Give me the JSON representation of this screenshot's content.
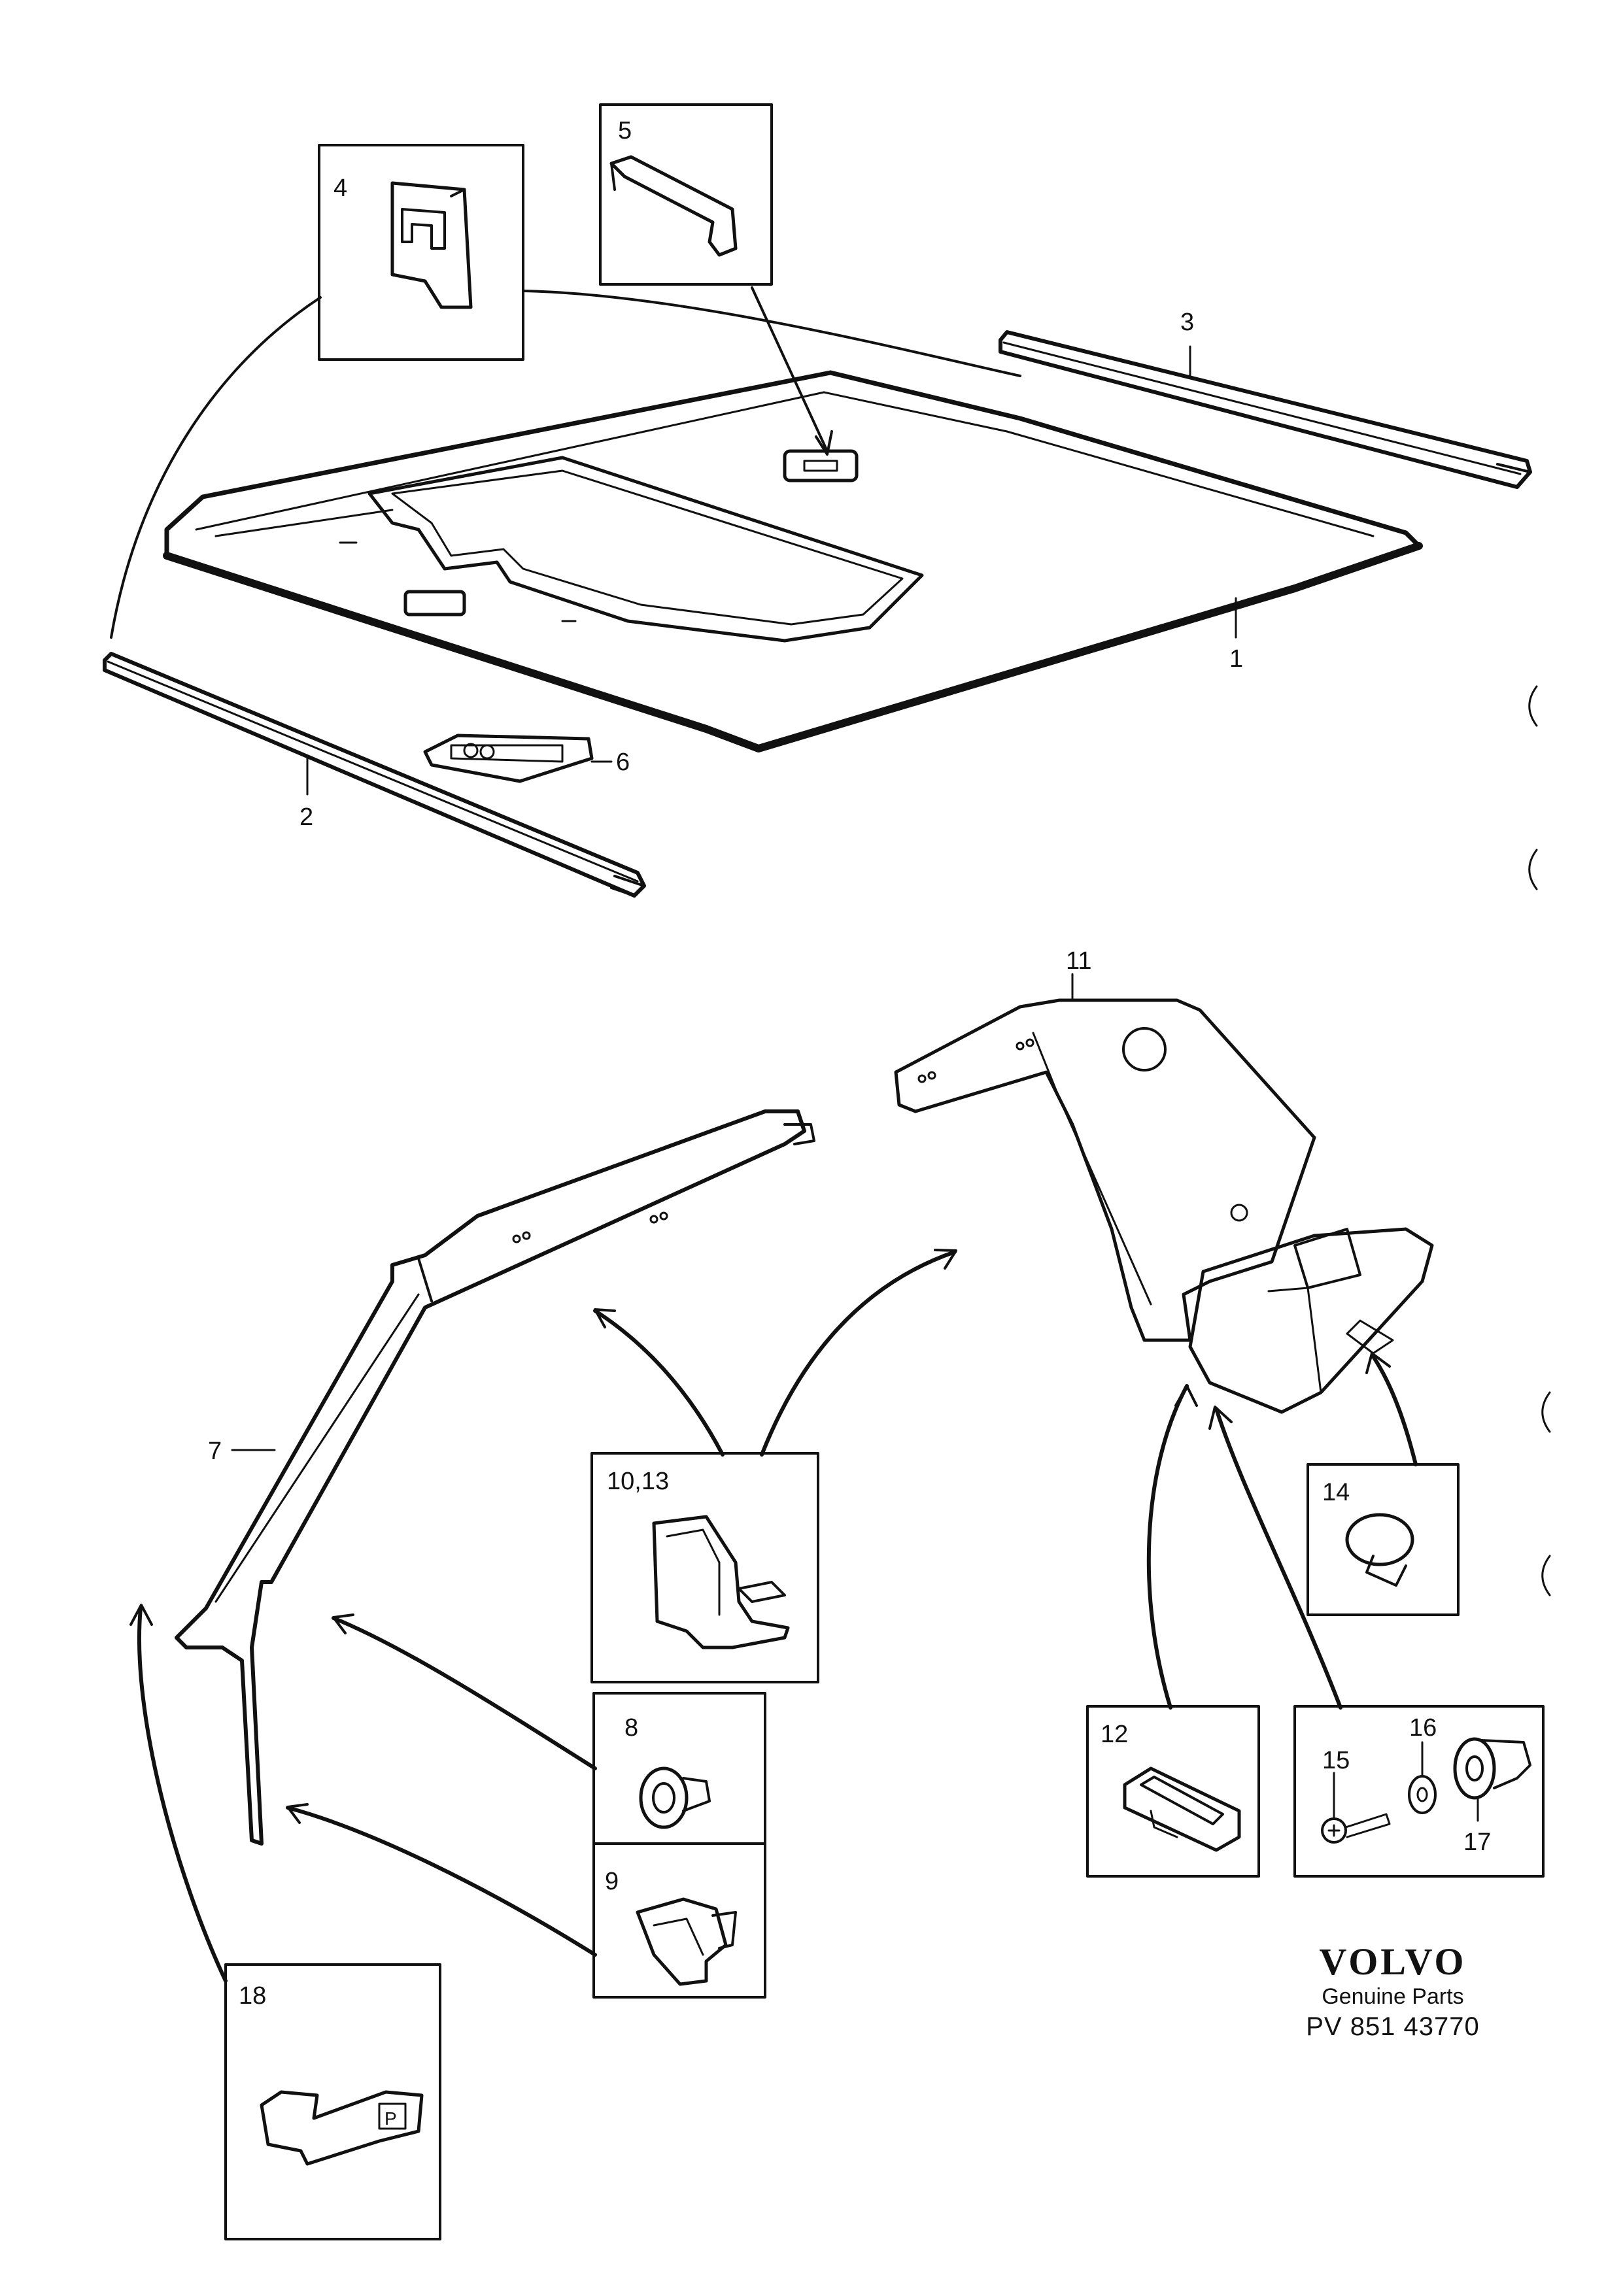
{
  "callouts": {
    "c1": "1",
    "c2": "2",
    "c3": "3",
    "c4": "4",
    "c5": "5",
    "c6": "6",
    "c7": "7",
    "c8": "8",
    "c9": "9",
    "c10_13": "10,13",
    "c11": "11",
    "c12": "12",
    "c14": "14",
    "c15": "15",
    "c16": "16",
    "c17": "17",
    "c18": "18"
  },
  "clip18_marking": "P",
  "brand": {
    "logo": "VOLVO",
    "tagline": "Genuine Parts",
    "part_code": "PV 851 43770"
  }
}
